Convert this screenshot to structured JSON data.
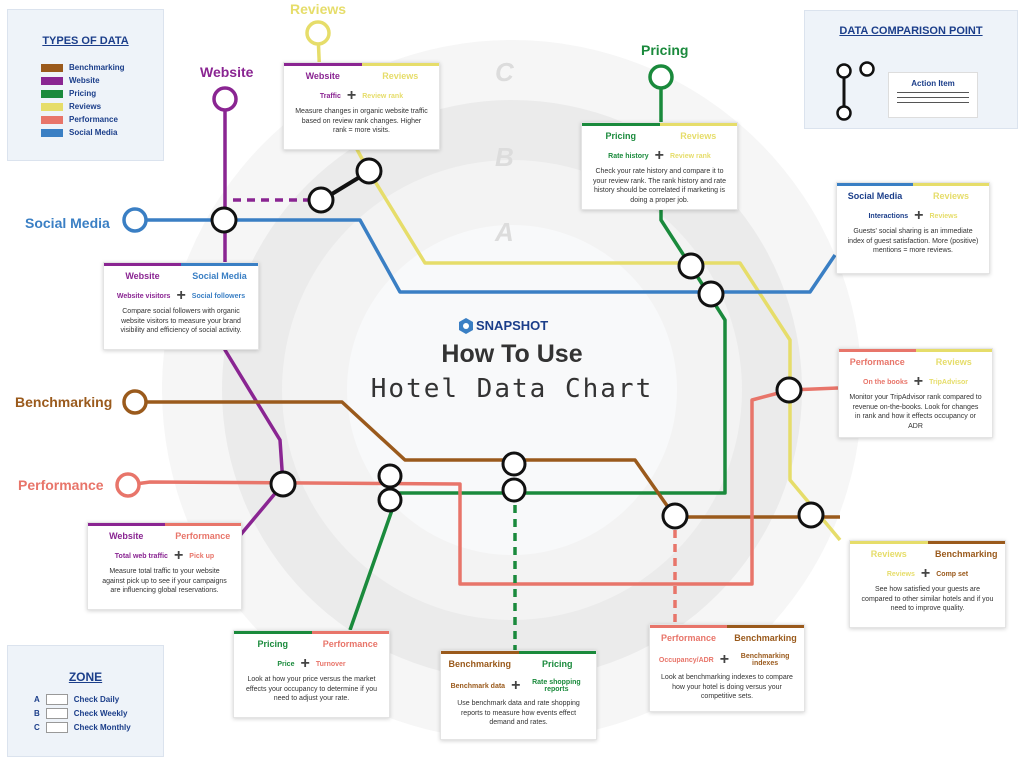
{
  "colors": {
    "website": "#8a2592",
    "reviews": "#e6dd6a",
    "pricing": "#1a8a3c",
    "social": "#3a7fc4",
    "benchmarking": "#9a5a1c",
    "performance": "#e8756a"
  },
  "line_labels": {
    "website": "Website",
    "reviews": "Reviews",
    "pricing": "Pricing",
    "social": "Social Media",
    "benchmarking": "Benchmarking",
    "performance": "Performance"
  },
  "zones": [
    "C",
    "B",
    "A"
  ],
  "center": {
    "brand": "SNAPSHOT",
    "title": "How To Use",
    "subtitle": "Hotel Data Chart"
  },
  "types_legend": {
    "title": "TYPES OF DATA",
    "items": [
      {
        "label": "Benchmarking",
        "color": "#9a5a1c"
      },
      {
        "label": "Website",
        "color": "#8a2592"
      },
      {
        "label": "Pricing",
        "color": "#1a8a3c"
      },
      {
        "label": "Reviews",
        "color": "#e6dd6a"
      },
      {
        "label": "Performance",
        "color": "#e8756a"
      },
      {
        "label": "Social Media",
        "color": "#3a7fc4"
      }
    ]
  },
  "comparison_legend": {
    "title": "DATA COMPARISON POINT",
    "action_item": "Action Item"
  },
  "zone_legend": {
    "title": "ZONE",
    "items": [
      {
        "letter": "A",
        "label": "Check Daily"
      },
      {
        "letter": "B",
        "label": "Check Weekly"
      },
      {
        "letter": "C",
        "label": "Check Monthly"
      }
    ]
  },
  "cards": [
    {
      "h1": "Website",
      "h2": "Reviews",
      "m1": "Traffic",
      "m2": "Review rank",
      "desc": "Measure changes in organic website traffic based on review rank changes. Higher rank = more visits."
    },
    {
      "h1": "Pricing",
      "h2": "Reviews",
      "m1": "Rate history",
      "m2": "Review rank",
      "desc": "Check your rate history and compare it to your review rank. The rank history and rate history should be correlated if marketing is doing a proper job."
    },
    {
      "h1": "Social Media",
      "h2": "Reviews",
      "m1": "Interactions",
      "m2": "Reviews",
      "desc": "Guests' social sharing is an immediate index of guest satisfaction. More (positive) mentions = more reviews."
    },
    {
      "h1": "Website",
      "h2": "Social Media",
      "m1": "Website visitors",
      "m2": "Social followers",
      "desc": "Compare social followers with organic website visitors to measure your brand visibility and efficiency of social activity."
    },
    {
      "h1": "Performance",
      "h2": "Reviews",
      "m1": "On the books",
      "m2": "TripAdvisor",
      "desc": "Monitor your TripAdvisor rank compared to revenue on-the-books. Look for changes in rank and how it effects occupancy or ADR"
    },
    {
      "h1": "Website",
      "h2": "Performance",
      "m1": "Total web traffic",
      "m2": "Pick up",
      "desc": "Measure total traffic to your website against pick up to see if your campaigns are influencing global reservations."
    },
    {
      "h1": "Reviews",
      "h2": "Benchmarking",
      "m1": "Reviews",
      "m2": "Comp set",
      "desc": "See how satisfied your guests are compared to other similar hotels and if you need to improve quality."
    },
    {
      "h1": "Pricing",
      "h2": "Performance",
      "m1": "Price",
      "m2": "Turnover",
      "desc": "Look at how your price versus the market effects your occupancy to determine if you need to adjust your rate."
    },
    {
      "h1": "Benchmarking",
      "h2": "Pricing",
      "m1": "Benchmark data",
      "m2": "Rate shopping reports",
      "desc": "Use benchmark data and rate shopping reports to measure how events effect demand and rates."
    },
    {
      "h1": "Performance",
      "h2": "Benchmarking",
      "m1": "Occupancy/ADR",
      "m2": "Benchmarking indexes",
      "desc": "Look at benchmarking indexes to compare how your hotel is doing versus your competitive sets."
    }
  ]
}
